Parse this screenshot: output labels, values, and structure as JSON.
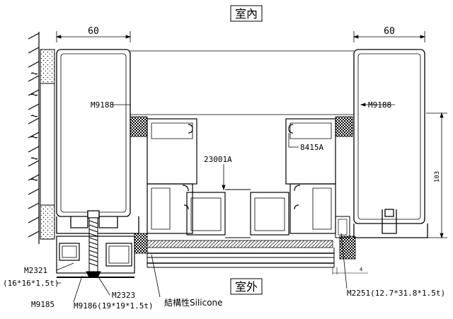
{
  "drawing": {
    "interior_label": "室內",
    "exterior_label": "室外",
    "dimensions": {
      "left_width": "60",
      "right_width": "60",
      "right_height": "103",
      "small_offset": "4"
    },
    "callouts": {
      "m9188_left": "M9188",
      "m9188_right": "M9188",
      "profile_23001a": "23001A",
      "profile_8415a": "8415A",
      "m2321": "M2321",
      "m2321_size": "(16*16*1.5t)",
      "m9185": "M9185",
      "m9186": "M9186(19*19*1.5t)",
      "m2323": "M2323",
      "silicone": "結構性Silicone",
      "m2251": "M2251(12.7*31.8*1.5t)"
    }
  }
}
